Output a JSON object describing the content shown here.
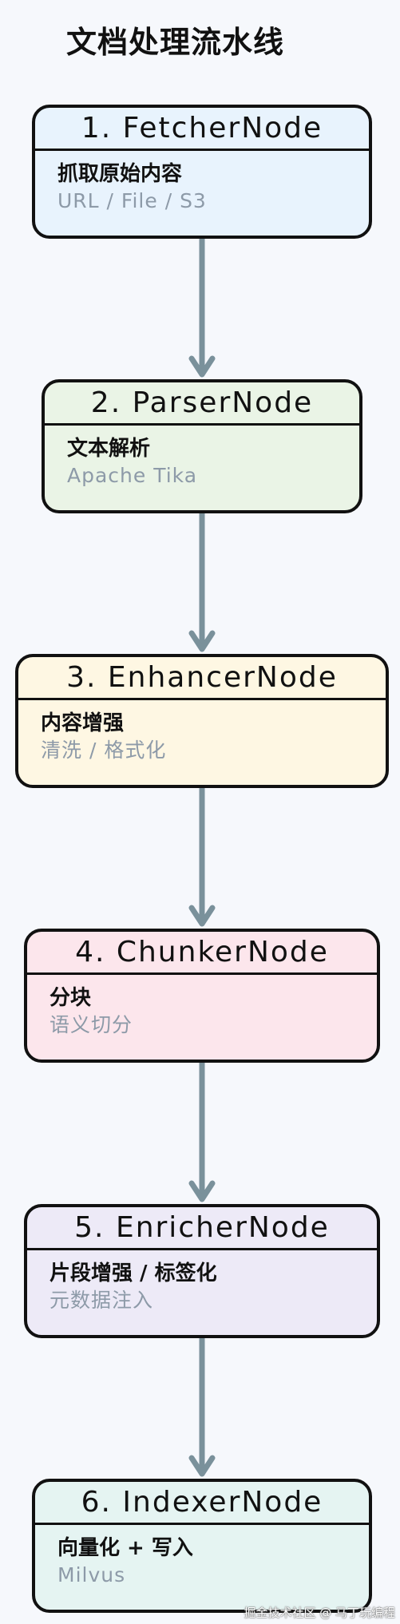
{
  "title": "文档处理流水线",
  "nodes": [
    {
      "header": "1. FetcherNode",
      "main": "抓取原始内容",
      "sub": "URL / File / S3",
      "color": "#e8f3fd"
    },
    {
      "header": "2. ParserNode",
      "main": "文本解析",
      "sub": "Apache Tika",
      "color": "#eaf4e6"
    },
    {
      "header": "3. EnhancerNode",
      "main": "内容增强",
      "sub": "清洗 / 格式化",
      "color": "#fef7e3"
    },
    {
      "header": "4. ChunkerNode",
      "main": "分块",
      "sub": "语义切分",
      "color": "#fce6ec"
    },
    {
      "header": "5. EnricherNode",
      "main": "片段增强 / 标签化",
      "sub": "元数据注入",
      "color": "#edeaf7"
    },
    {
      "header": "6. IndexerNode",
      "main": "向量化 + 写入",
      "sub": "Milvus",
      "color": "#e5f4f2"
    }
  ],
  "arrow_color": "#7a919b",
  "watermark": "掘金技术社区 @ 马丁玩编程"
}
